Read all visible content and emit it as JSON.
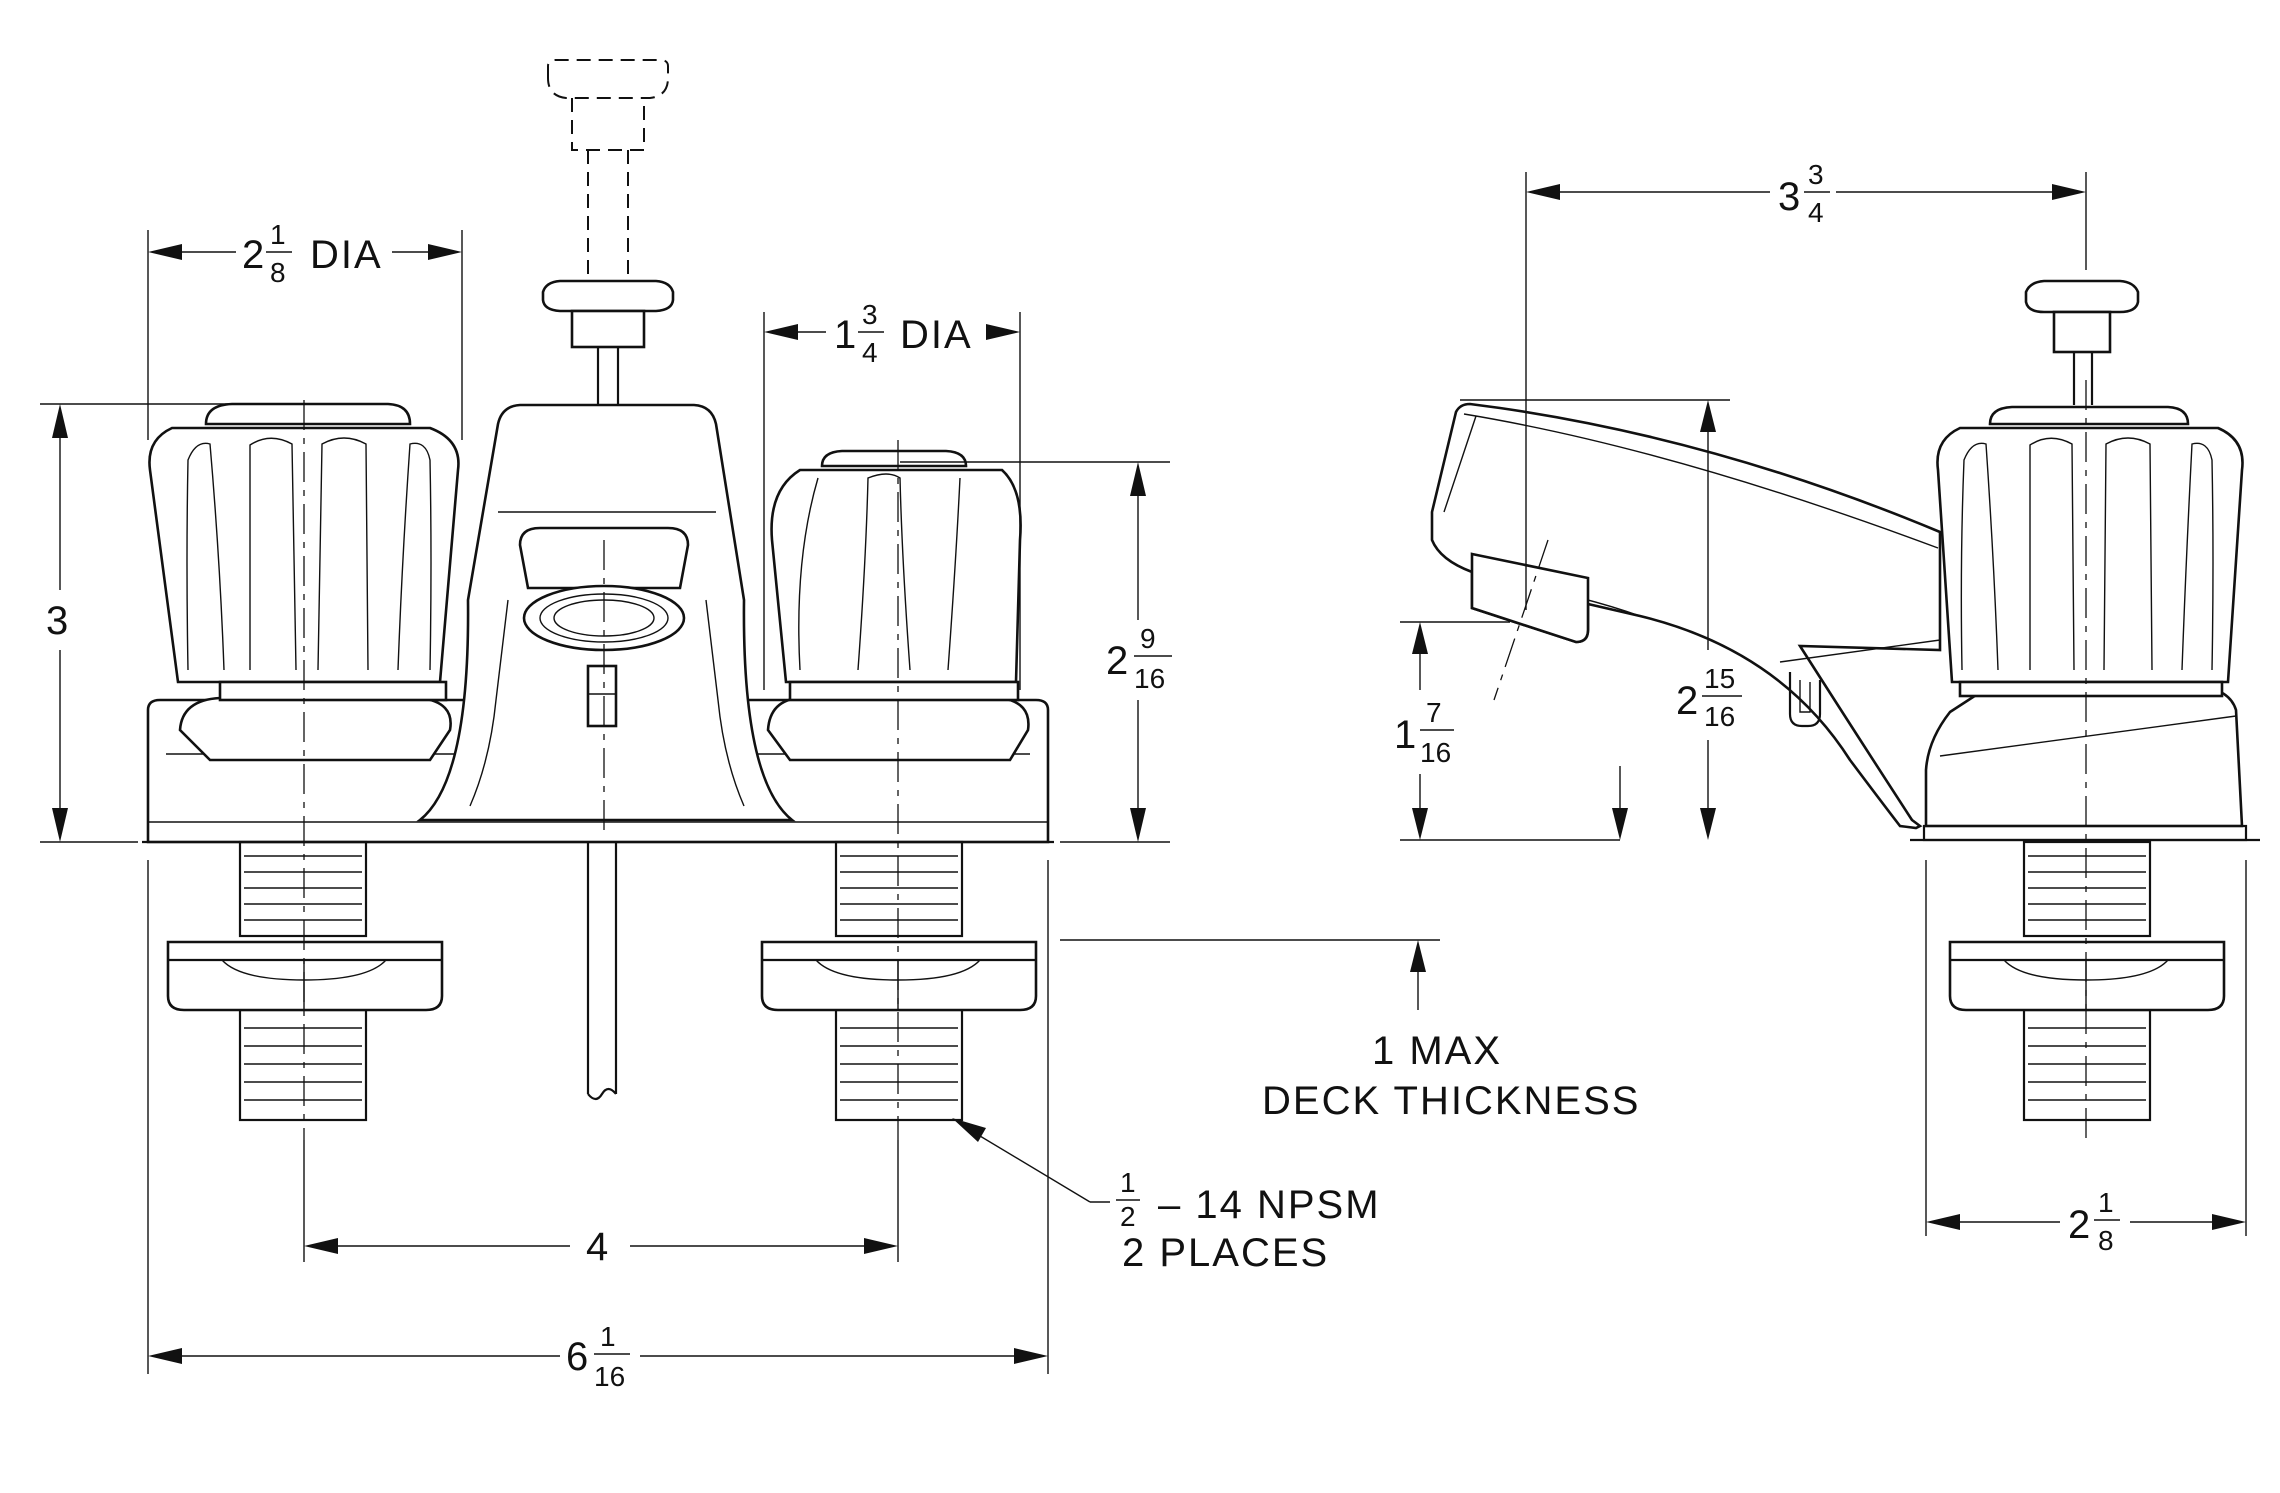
{
  "dimensions": {
    "left_handle_dia": {
      "whole": "2",
      "num": "1",
      "den": "8",
      "suffix": "DIA"
    },
    "right_handle_dia": {
      "whole": "1",
      "num": "3",
      "den": "4",
      "suffix": "DIA"
    },
    "overall_height": "3",
    "handle_height": {
      "whole": "2",
      "num": "9",
      "den": "16"
    },
    "center_spacing": "4",
    "overall_width": {
      "whole": "6",
      "num": "1",
      "den": "16"
    },
    "thread_note_line1": {
      "num": "1",
      "den": "2",
      "text": "– 14 NPSM"
    },
    "thread_note_line2": "2 PLACES",
    "deck_note_line1": "1 MAX",
    "deck_note_line2": "DECK THICKNESS",
    "spout_reach": {
      "whole": "3",
      "num": "3",
      "den": "4"
    },
    "spout_outlet_height": {
      "whole": "1",
      "num": "7",
      "den": "16"
    },
    "spout_top_height": {
      "whole": "2",
      "num": "15",
      "den": "16"
    },
    "base_depth": {
      "whole": "2",
      "num": "1",
      "den": "8"
    }
  }
}
